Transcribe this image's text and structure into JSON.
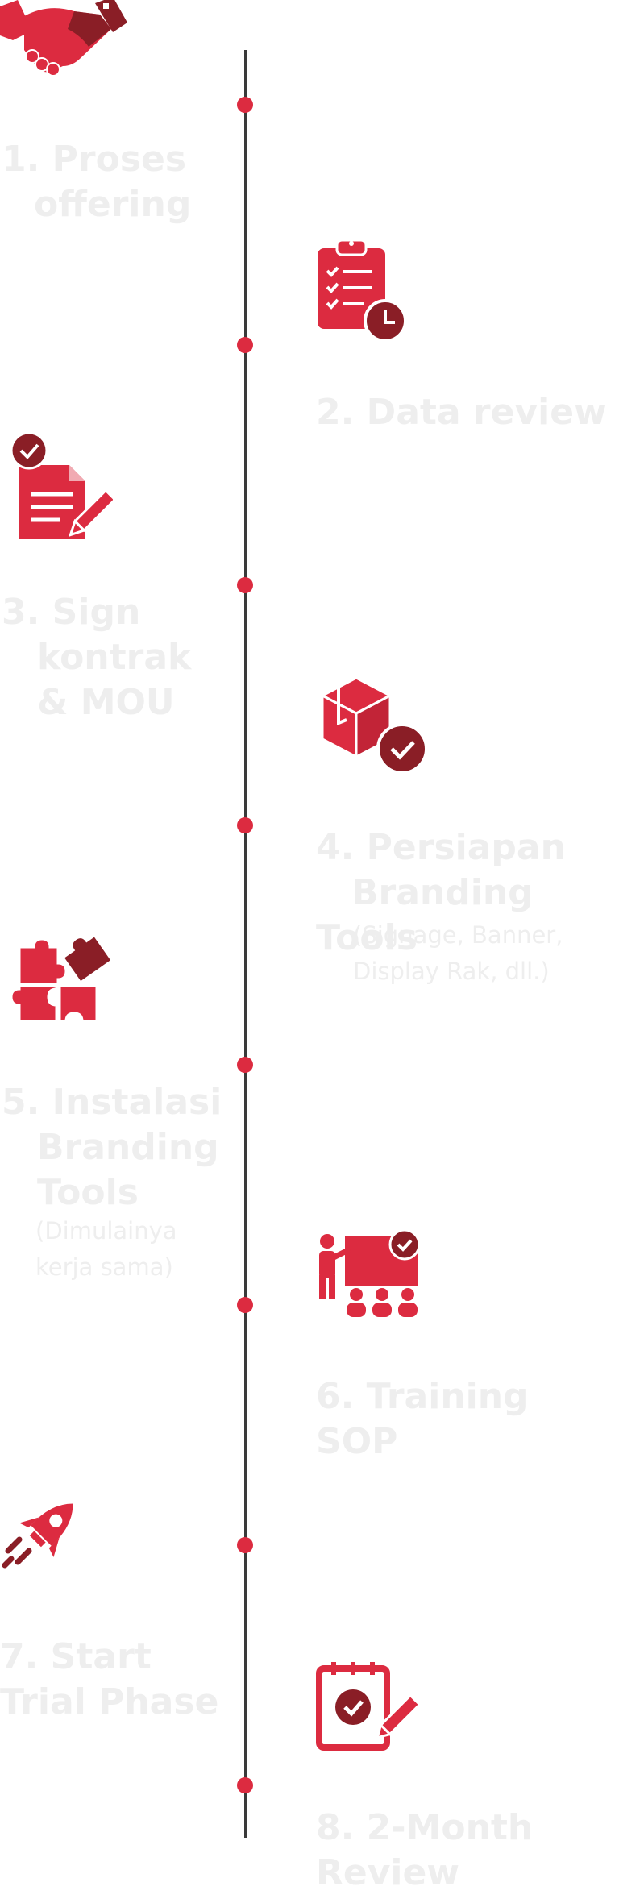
{
  "colors": {
    "accent": "#dc2b40",
    "accent_dark": "#8a1e26",
    "line": "#3a3a3a",
    "label": "#eeeeee"
  },
  "steps": [
    {
      "number": "1.",
      "title_lines": [
        "Proses",
        "offering"
      ],
      "sub_lines": [],
      "icon": "handshake-icon"
    },
    {
      "number": "2.",
      "title_lines": [
        "Data review"
      ],
      "sub_lines": [],
      "icon": "clipboard-clock-icon"
    },
    {
      "number": "3.",
      "title_lines": [
        "Sign",
        "kontrak",
        "& MOU"
      ],
      "sub_lines": [],
      "icon": "contract-sign-icon"
    },
    {
      "number": "4.",
      "title_lines": [
        "Persiapan",
        "Branding Tools"
      ],
      "sub_lines": [
        "(Signage, Banner,",
        "Display Rak, dll.)"
      ],
      "icon": "box-check-icon"
    },
    {
      "number": "5.",
      "title_lines": [
        "Instalasi",
        "Branding",
        "Tools"
      ],
      "sub_lines": [
        "(Dimulainya",
        "kerja sama)"
      ],
      "icon": "puzzle-icon"
    },
    {
      "number": "6.",
      "title_lines": [
        "Training SOP"
      ],
      "sub_lines": [],
      "icon": "training-icon"
    },
    {
      "number": "7.",
      "title_lines": [
        "Start",
        "Trial Phase"
      ],
      "sub_lines": [],
      "icon": "rocket-icon"
    },
    {
      "number": "8.",
      "title_lines": [
        "2-Month",
        "Review"
      ],
      "sub_lines": [],
      "icon": "review-notepad-icon"
    }
  ]
}
